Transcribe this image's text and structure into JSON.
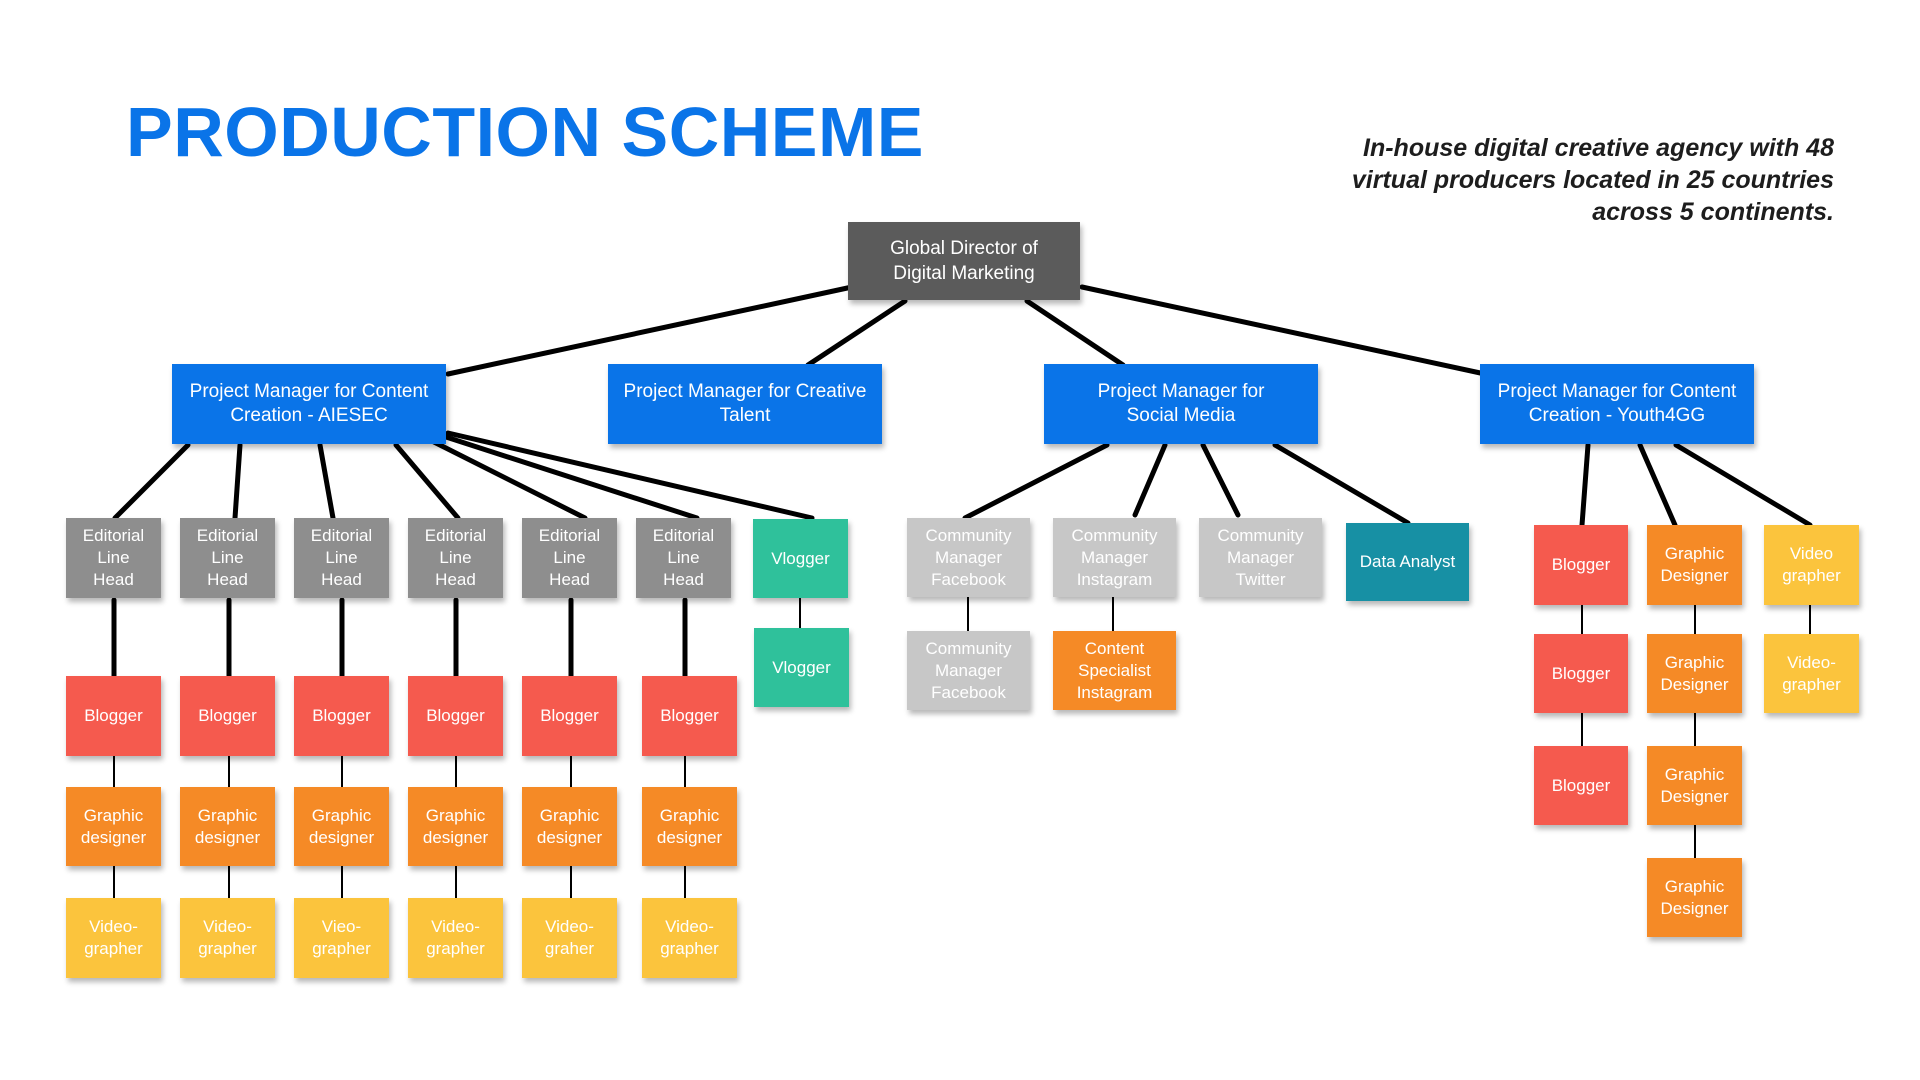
{
  "title": "PRODUCTION SCHEME",
  "tagline": "In-house digital creative agency with 48\nvirtual producers located in 25 countries\nacross 5 continents.",
  "colors": {
    "title_blue": "#0a74e8",
    "director": "#5b5b5b",
    "project_manager": "#0a74e8",
    "editorial": "#8e8e8e",
    "community_manager": "#c7c7c7",
    "blogger": "#f55a4e",
    "graphic_designer": "#f58a26",
    "videographer": "#fbc43d",
    "vlogger": "#2fc19b",
    "data_analyst": "#1790a4"
  },
  "nodes": {
    "director": "Global Director of\nDigital Marketing",
    "pm_aiesec": "Project Manager for Content\nCreation - AIESEC",
    "pm_creative": "Project Manager for Creative\nTalent",
    "pm_social": "Project Manager for\nSocial Media",
    "pm_youth": "Project Manager for Content\nCreation - Youth4GG",
    "editorial_1": "Editorial\nLine\nHead",
    "editorial_2": "Editorial\nLine\nHead",
    "editorial_3": "Editorial\nLine\nHead",
    "editorial_4": "Editorial\nLine\nHead",
    "editorial_5": "Editorial\nLine\nHead",
    "editorial_6": "Editorial\nLine\nHead",
    "blogger_1": "Blogger",
    "blogger_2": "Blogger",
    "blogger_3": "Blogger",
    "blogger_4": "Blogger",
    "blogger_5": "Blogger",
    "blogger_6": "Blogger",
    "graphic_1": "Graphic\ndesigner",
    "graphic_2": "Graphic\ndesigner",
    "graphic_3": "Graphic\ndesigner",
    "graphic_4": "Graphic\ndesigner",
    "graphic_5": "Graphic\ndesigner",
    "graphic_6": "Graphic\ndesigner",
    "video_1": "Video-\ngrapher",
    "video_2": "Video-\ngrapher",
    "video_3": "Vieo-\ngrapher",
    "video_4": "Video-\ngrapher",
    "video_5": "Video-\ngraher",
    "video_6": "Video-\ngrapher",
    "vlogger_1": "Vlogger",
    "vlogger_2": "Vlogger",
    "cm_facebook": "Community\nManager\nFacebook",
    "cm_facebook_2": "Community\nManager\nFacebook",
    "cm_instagram": "Community\nManager\nInstagram",
    "content_instagram": "Content\nSpecialist\nInstagram",
    "cm_twitter": "Community\nManager\nTwitter",
    "data_analyst": "Data Analyst",
    "y_blogger_1": "Blogger",
    "y_blogger_2": "Blogger",
    "y_blogger_3": "Blogger",
    "y_graphic_1": "Graphic\nDesigner",
    "y_graphic_2": "Graphic\nDesigner",
    "y_graphic_3": "Graphic\nDesigner",
    "y_graphic_4": "Graphic\nDesigner",
    "y_video_1": "Video\ngrapher",
    "y_video_2": "Video-\ngrapher"
  }
}
